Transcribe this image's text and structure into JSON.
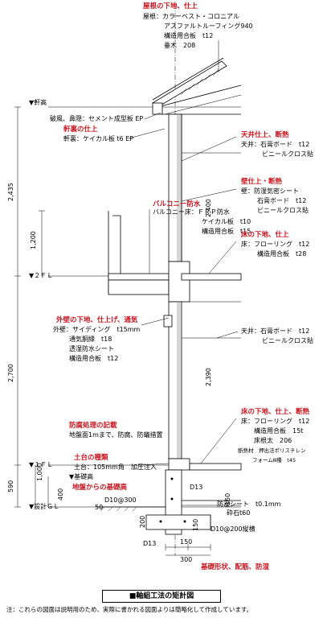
{
  "labels": {
    "roof_heading": "屋根の下地、仕上",
    "roof_line1": "屋根：カラーベスト・コロニアル",
    "roof_line2": "アスファルトルーフィング940",
    "roof_line3": "構造用合板　t12",
    "roof_line4": "垂木　208",
    "eave_level": "▼軒高",
    "fascia": "破風、鼻隠：セメント成型板 EP",
    "soffit_heading": "軒裏の仕上",
    "soffit_line": "軒裏：ケイカル板 t6 EP",
    "ceiling_heading": "天井仕上、断熱",
    "ceiling_line1": "天井：石膏ボード　t12",
    "ceiling_line2": "ビニールクロス貼",
    "wall_heading": "壁仕上・断熱",
    "wall_line1": "壁：防湿気密シート",
    "wall_line2": "石膏ボード　t12",
    "wall_line3": "ビニールクロス貼",
    "balcony_heading": "バルコニー防水",
    "balcony_line1": "バルコニー床：ＦＲＰ防水",
    "balcony_line2": "ケイカル板　t10",
    "balcony_line3": "構造用合板　t15",
    "floor2_heading": "床の下地、仕上",
    "floor2_line1": "床：フローリング　t12",
    "floor2_line2": "構造用合板　t28",
    "level_2fl": "▼２ＦＬ",
    "extwall_heading": "外壁の下地、仕上げ、通気",
    "extwall_line1": "外壁：サイディング　t15mm",
    "extwall_line2": "通気胴縁　t18",
    "extwall_line3": "透湿防水シート",
    "extwall_line4": "構造用合板　t12",
    "ceiling1_line1": "天井：石膏ボード　t12",
    "ceiling1_line2": "ビニールクロス貼",
    "floor1_heading": "床の下地、仕上、断熱",
    "floor1_line1": "床：フローリング　t12",
    "floor1_line2": "構造用合板　15t",
    "floor1_line3": "床根太　206",
    "insul_line1": "断熱材　押出法ポリスチレン",
    "insul_line2": "フォームⅢ種　t45",
    "termite_heading": "防腐処理の記載",
    "termite_line": "地盤面1mまで、防腐、防蟻措置",
    "sill_heading": "土台の種類",
    "sill_line": "土台：105mm角　加圧注入",
    "level_1fl": "▼１ＦＬ",
    "level_foundation": "▼基礎高",
    "foundation_height_heading": "地盤からの基礎高",
    "level_gl": "▼設計ＧＬ",
    "anchor_d13_a": "D13",
    "rebar_d10": "D10@300",
    "moisture_sheet": "防湿シート　t0.1mm",
    "gravel": "砕石t60",
    "rebar_d10_mesh": "D10@200縦横",
    "anchor_d13_b": "D13",
    "foundation_heading": "基礎形状、配筋、防湿"
  },
  "dimensions": {
    "d2435": "2,435",
    "d1200": "1,200",
    "d2400": "2,400",
    "d2700": "2,700",
    "d2390": "2,390",
    "d1000": "1,000",
    "d590": "590",
    "d400": "400",
    "d50": "50",
    "d150a": "150",
    "d150b": "150",
    "d150c": "150",
    "d200": "200",
    "d300": "300"
  },
  "caption": "■軸組工法の矩計図",
  "note": "注：これらの図面は説明用のため、実際に書かれる図面よりは簡略化して作成しています。",
  "colors": {
    "heading": "#c8151e",
    "line": "#000000",
    "hatch": "#999999"
  }
}
